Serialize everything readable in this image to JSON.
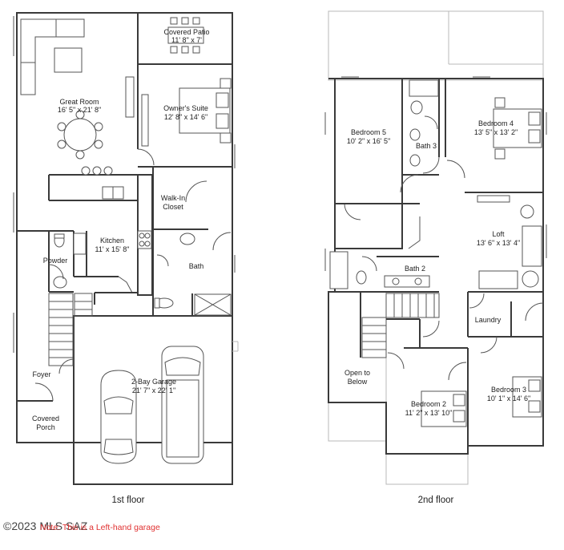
{
  "floor1": {
    "label": "1st floor",
    "rooms": {
      "covered_patio": {
        "name": "Covered Patio",
        "size": "11' 8\" x 7'"
      },
      "great_room": {
        "name": "Great Room",
        "size": "16' 5\" x 21' 8\""
      },
      "owners_suite": {
        "name": "Owner's Suite",
        "size": "12' 8\" x 14' 6\""
      },
      "walk_in_closet": {
        "name_line1": "Walk-In",
        "name_line2": "Closet"
      },
      "kitchen": {
        "name": "Kitchen",
        "size": "11' x 15' 8\""
      },
      "powder": {
        "name": "Powder"
      },
      "bath": {
        "name": "Bath"
      },
      "foyer": {
        "name": "Foyer"
      },
      "garage": {
        "name": "2-Bay Garage",
        "size": "21' 7\" x 22' 1\""
      },
      "covered_porch": {
        "name_line1": "Covered",
        "name_line2": "Porch"
      }
    }
  },
  "floor2": {
    "label": "2nd floor",
    "rooms": {
      "bedroom5": {
        "name": "Bedroom 5",
        "size": "10' 2\" x 16' 5\""
      },
      "bath3": {
        "name": "Bath 3"
      },
      "bedroom4": {
        "name": "Bedroom 4",
        "size": "13' 5\" x 13' 2\""
      },
      "loft": {
        "name": "Loft",
        "size": "13' 6\" x 13' 4\""
      },
      "bath2": {
        "name": "Bath 2"
      },
      "laundry": {
        "name": "Laundry"
      },
      "open_to_below": {
        "name_line1": "Open to",
        "name_line2": "Below"
      },
      "bedroom2": {
        "name": "Bedroom 2",
        "size": "11' 2\" x 13' 10\""
      },
      "bedroom3": {
        "name": "Bedroom 3",
        "size": "10' 1\" x 14' 6\""
      }
    }
  },
  "watermark": "©2023 MLS SAZ",
  "note": "Note: This is a Left-hand garage",
  "colors": {
    "wall": "#3a3a3a",
    "note": "#e03131"
  }
}
